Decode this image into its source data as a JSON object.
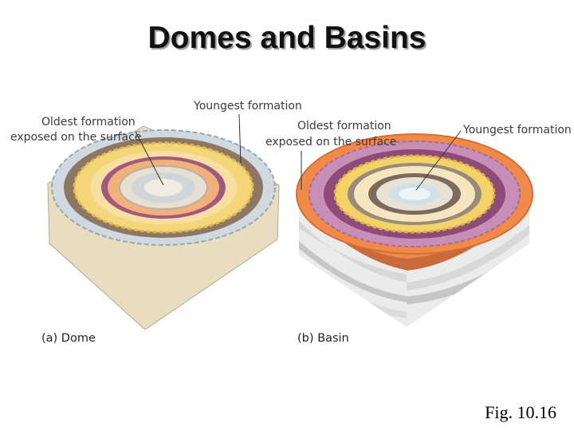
{
  "title": "Domes and Basins",
  "dome": {
    "youngest_label": "Youngest formation",
    "oldest_label_line1": "Oldest formation",
    "oldest_label_line2": "exposed on the surface",
    "caption": "(a) Dome"
  },
  "basin": {
    "youngest_label": "Youngest formation",
    "oldest_label_line1": "Oldest formation",
    "oldest_label_line2": "exposed on the surface",
    "caption": "(b) Basin"
  },
  "figure_number": "Fig. 10.16",
  "colors": {
    "layer_gray": "#c9c9c9",
    "layer_orange": "#f08a4b",
    "layer_yellow": "#f4cc4f",
    "layer_purple": "#8e4a78",
    "layer_brown": "#7f6a55",
    "layer_blue": "#cfe0ea",
    "land_tan": "#e8dcc1"
  }
}
